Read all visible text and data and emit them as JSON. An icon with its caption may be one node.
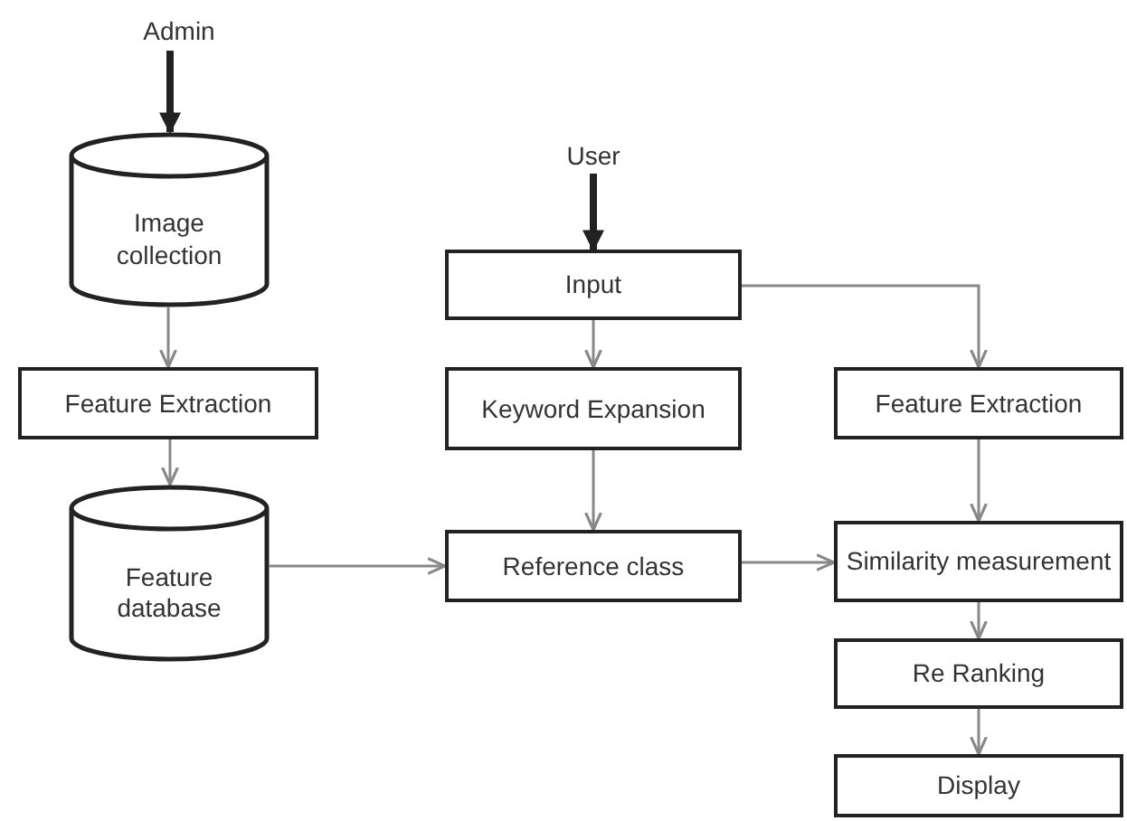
{
  "diagram": {
    "nodes": [
      {
        "text": [
          "Admin"
        ]
      },
      {
        "text": [
          "Image collection"
        ]
      },
      {
        "text": [
          "Feature Extraction"
        ]
      },
      {
        "text": [
          "Feature database"
        ]
      },
      {
        "text": [
          "User"
        ]
      },
      {
        "text": [
          "Input"
        ]
      },
      {
        "text": [
          "Keyword Expansion"
        ]
      },
      {
        "text": [
          "Feature Extraction"
        ]
      },
      {
        "text": [
          "Reference class"
        ]
      },
      {
        "text": [
          "Similarity measurement"
        ]
      },
      {
        "text": [
          "Re Ranking"
        ]
      },
      {
        "text": [
          "Display"
        ]
      }
    ],
    "edges": [
      {
        "from": 0,
        "to": 1,
        "arrow": "to",
        "style": "thick",
        "color": "#222222"
      },
      {
        "from": 1,
        "to": 2,
        "arrow": "to"
      },
      {
        "from": 2,
        "to": 3,
        "arrow": "to"
      },
      {
        "from": 3,
        "to": 8,
        "arrow": "to"
      },
      {
        "from": 4,
        "to": 5,
        "arrow": "to",
        "style": "thick",
        "color": "#222222"
      },
      {
        "from": 5,
        "to": 6,
        "arrow": "to"
      },
      {
        "from": 5,
        "to": 7,
        "arrow": "to"
      },
      {
        "from": 6,
        "to": 8,
        "arrow": "to"
      },
      {
        "from": 8,
        "to": 9,
        "arrow": "to"
      },
      {
        "from": 7,
        "to": 9,
        "arrow": "to"
      },
      {
        "from": 9,
        "to": 10,
        "arrow": "to"
      },
      {
        "from": 10,
        "to": 11,
        "arrow": "to"
      }
    ]
  }
}
